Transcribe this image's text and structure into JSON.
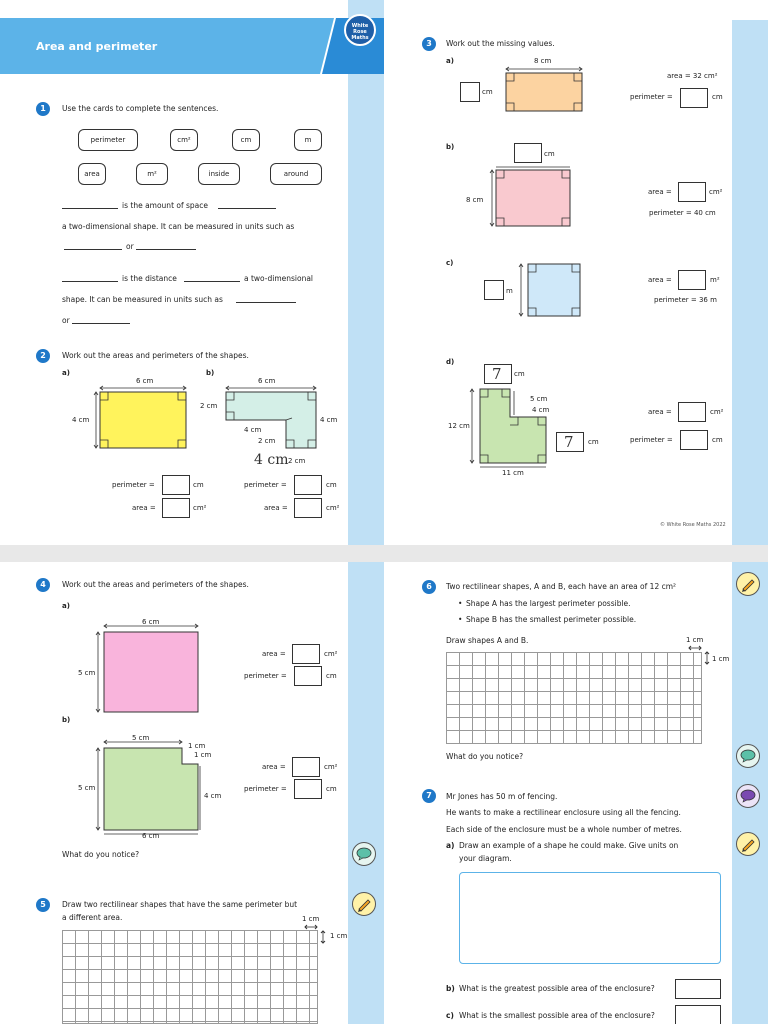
{
  "header": {
    "title": "Area and perimeter",
    "logo_line1": "White",
    "logo_line2": "Rose",
    "logo_line3": "Maths"
  },
  "q1": {
    "num": "1",
    "instruction": "Use the cards to complete the sentences.",
    "cards": [
      "perimeter",
      "cm²",
      "cm",
      "m",
      "area",
      "m²",
      "inside",
      "around"
    ],
    "s1a": "is the amount of space",
    "s1b": "a two-dimensional shape. It can be measured in units such as",
    "s1c": "or",
    "s2a": "is the distance",
    "s2b": "a two-dimensional",
    "s2c": "shape. It can be measured in units such as",
    "s2d": "or"
  },
  "q2": {
    "num": "2",
    "instruction": "Work out the areas and perimeters of the shapes.",
    "a": "a)",
    "b": "b)",
    "a_width": "6 cm",
    "a_height": "4 cm",
    "b_width": "6 cm",
    "b_left": "2 cm",
    "b_right": "4 cm",
    "b_inner_w": "4 cm",
    "b_inner_h": "2 cm",
    "b_bottom": "2 cm",
    "b_handwritten": "4 cm",
    "perimeter_label": "perimeter =",
    "area_label": "area =",
    "cm": "cm",
    "cm2": "cm²"
  },
  "q3": {
    "num": "3",
    "instruction": "Work out the missing values.",
    "a": "a)",
    "b": "b)",
    "c": "c)",
    "d": "d)",
    "a_width": "8 cm",
    "a_area": "area = 32 cm²",
    "a_perimeter": "perimeter =",
    "b_height": "8 cm",
    "b_area": "area =",
    "b_perimeter": "perimeter = 40 cm",
    "c_area": "area =",
    "c_perimeter": "perimeter = 36 m",
    "d_top_val": "7",
    "d_left": "12 cm",
    "d_notch_h": "5 cm",
    "d_notch_w": "4 cm",
    "d_bottom": "11 cm",
    "d_right_val": "7",
    "d_area": "area =",
    "d_perimeter": "perimeter =",
    "cm": "cm",
    "cm2": "cm²",
    "m": "m",
    "m2": "m²",
    "copyright": "© White Rose Maths 2022"
  },
  "q4": {
    "num": "4",
    "instruction": "Work out the areas and perimeters of the shapes.",
    "a": "a)",
    "b": "b)",
    "a_width": "6 cm",
    "a_height": "5 cm",
    "b_top": "5 cm",
    "b_notch1": "1 cm",
    "b_notch2": "1 cm",
    "b_left": "5 cm",
    "b_right": "4 cm",
    "b_bottom": "6 cm",
    "area_label": "area =",
    "perimeter_label": "perimeter =",
    "cm": "cm",
    "cm2": "cm²",
    "notice": "What do you notice?"
  },
  "q5": {
    "num": "5",
    "line1": "Draw two rectilinear shapes that have the same perimeter but",
    "line2": "a different area.",
    "unit_h": "1 cm",
    "unit_v": "1 cm"
  },
  "q6": {
    "num": "6",
    "line1": "Two rectilinear shapes, A and B, each have an area of 12 cm²",
    "bullet1": "Shape A has the largest perimeter possible.",
    "bullet2": "Shape B has the smallest perimeter possible.",
    "draw": "Draw shapes A and B.",
    "unit_h": "1 cm",
    "unit_v": "1 cm",
    "notice": "What do you notice?"
  },
  "q7": {
    "num": "7",
    "line1": "Mr Jones has 50 m of fencing.",
    "line2": "He wants to make a rectilinear enclosure using all the fencing.",
    "line3": "Each side of the enclosure must be a whole number of metres.",
    "a_label": "a)",
    "a_text1": "Draw an example of a shape he could make. Give units on",
    "a_text2": "your diagram.",
    "b_label": "b)",
    "b_text": "What is the greatest possible area of the enclosure?",
    "c_label": "c)",
    "c_text": "What is the smallest possible area of the enclosure?"
  },
  "colors": {
    "header_blue": "#5cb3e8",
    "accent_blue": "#1f78c8",
    "stripe": "#bfe0f5",
    "yellow": "#fff35c",
    "mint": "#d4efe7",
    "orange": "#fcd3a1",
    "pink": "#f9c9cf",
    "lightblue": "#cfe8f9",
    "green": "#c8e5b0",
    "magenta": "#f9b4dc"
  }
}
